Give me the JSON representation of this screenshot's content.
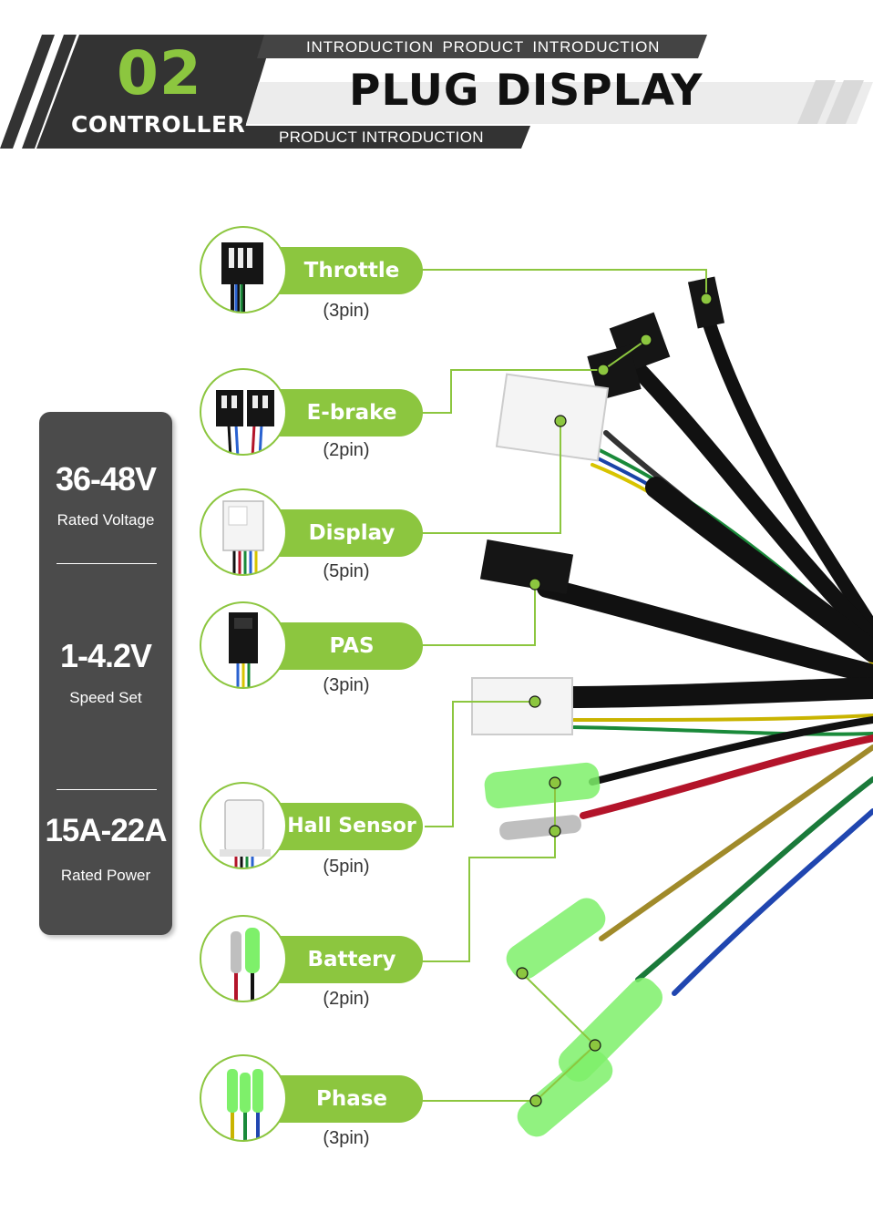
{
  "header": {
    "number": "02",
    "section": "CONTROLLER",
    "intro_top": "INTRODUCTION  PRODUCT  INTRODUCTION",
    "title": "PLUG DISPLAY",
    "intro_bottom": "PRODUCT INTRODUCTION"
  },
  "specs": [
    {
      "value": "36-48V",
      "label": "Rated Voltage"
    },
    {
      "value": "1-4.2V",
      "label": "Speed Set"
    },
    {
      "value": "15A-22A",
      "label": "Rated Power"
    }
  ],
  "connectors": [
    {
      "name": "Throttle",
      "pins": "(3pin)"
    },
    {
      "name": "E-brake",
      "pins": "(2pin)"
    },
    {
      "name": "Display",
      "pins": "(5pin)"
    },
    {
      "name": "PAS",
      "pins": "(3pin)"
    },
    {
      "name": "Hall Sensor",
      "pins": "(5pin)"
    },
    {
      "name": "Battery",
      "pins": "(2pin)"
    },
    {
      "name": "Phase",
      "pins": "(3pin)"
    }
  ],
  "colors": {
    "accent": "#8cc63f",
    "panel": "#4b4b4b",
    "header_dark": "#333333"
  }
}
